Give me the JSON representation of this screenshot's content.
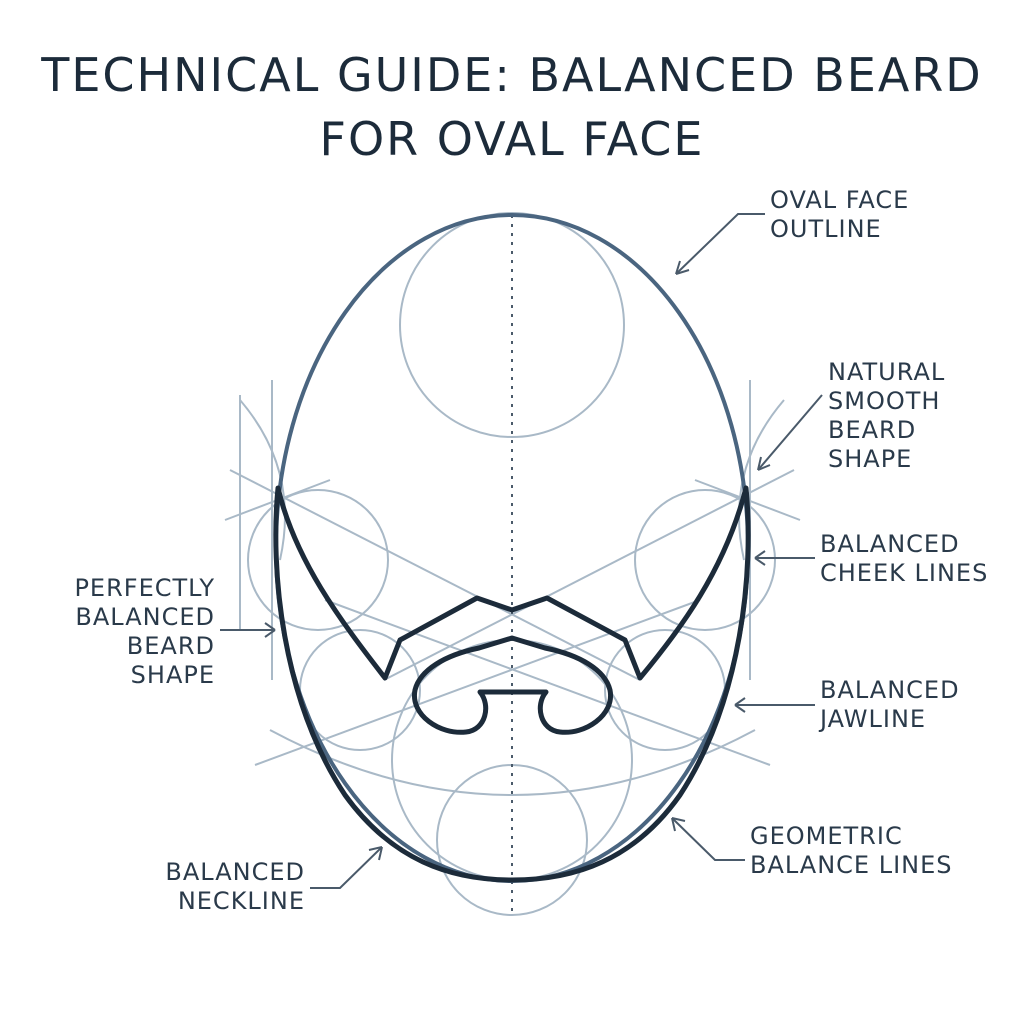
{
  "title": {
    "line1": "TECHNICAL GUIDE: BALANCED BEARD",
    "line2": "FOR OVAL FACE"
  },
  "labels": {
    "oval_outline": [
      "OVAL FACE",
      "OUTLINE"
    ],
    "natural_smooth": [
      "NATURAL",
      "SMOOTH",
      "BEARD",
      "SHAPE"
    ],
    "cheek_lines": [
      "BALANCED",
      "CHEEK LINES"
    ],
    "perfectly_balanced": [
      "PERFECTLY",
      "BALANCED",
      "BEARD",
      "SHAPE"
    ],
    "jawline": [
      "BALANCED",
      "JAWLINE"
    ],
    "geometric": [
      "GEOMETRIC",
      "BALANCE LINES"
    ],
    "neckline": [
      "BALANCED",
      "NECKLINE"
    ]
  },
  "colors": {
    "dark": "#1c2b3a",
    "outline": "#4a6580",
    "guide": "#a9b9c7"
  }
}
